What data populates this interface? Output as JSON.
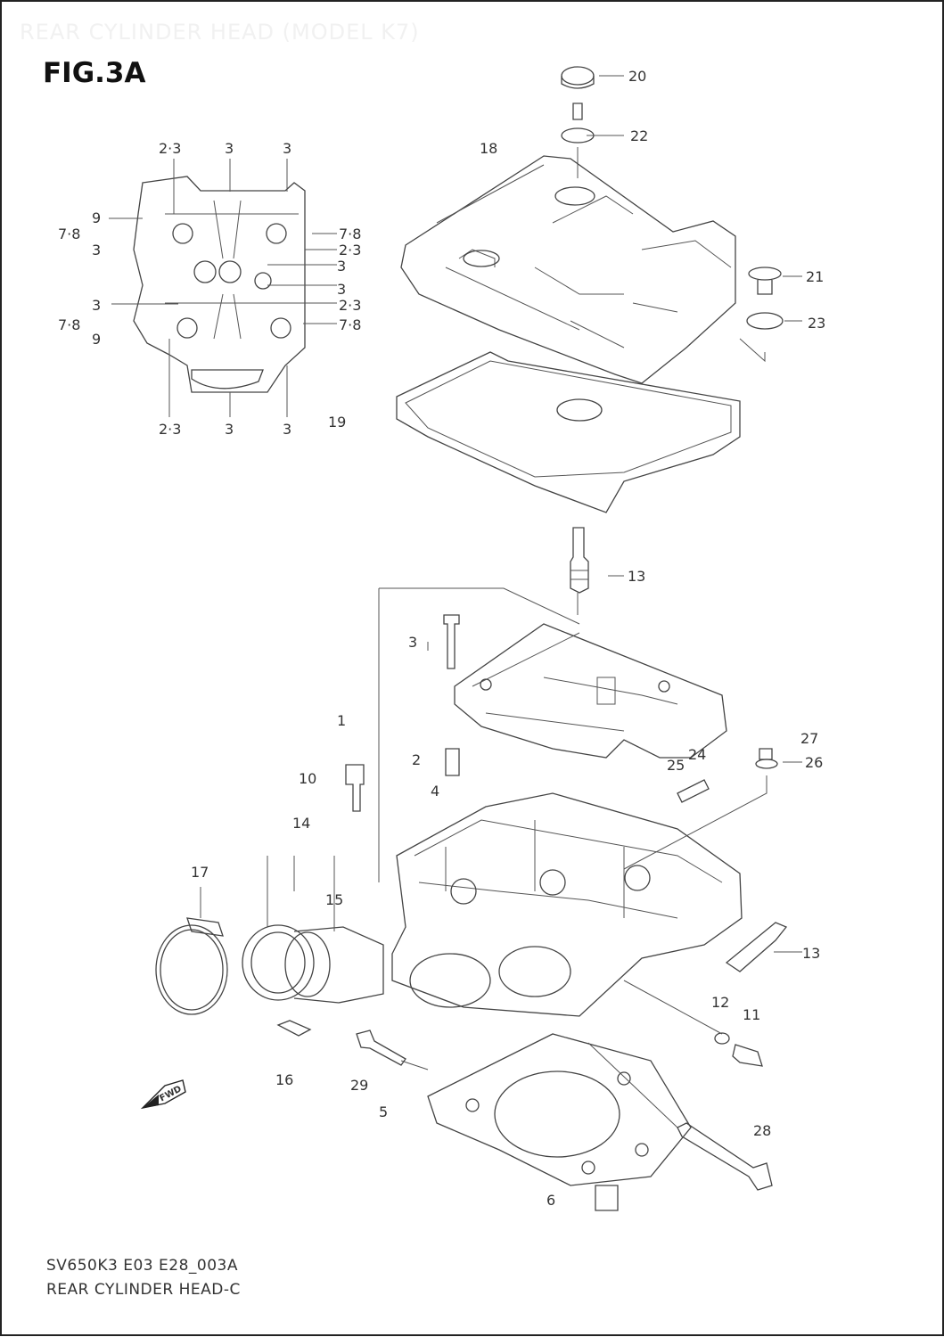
{
  "header": {
    "ghost_title": "REAR CYLINDER HEAD (MODEL K7)",
    "figure": "FIG.3A"
  },
  "footer": {
    "code": "SV650K3 E03 E28_003A",
    "title": "REAR CYLINDER HEAD-C"
  },
  "inset_labels": [
    "2·3",
    "3",
    "3",
    "9",
    "7·8",
    "3",
    "7·8",
    "2·3",
    "3",
    "3",
    "2·3",
    "3",
    "7·8",
    "9",
    "7·8",
    "2·3",
    "3",
    "3",
    "3",
    "19"
  ],
  "part_callouts": [
    "20",
    "22",
    "18",
    "21",
    "23",
    "13",
    "3",
    "1",
    "2",
    "4",
    "24",
    "25",
    "27",
    "26",
    "10",
    "14",
    "17",
    "15",
    "13",
    "12",
    "11",
    "16",
    "29",
    "5",
    "28",
    "6"
  ],
  "fwd_label": "FWD",
  "colors": {
    "line": "#444444",
    "text": "#333333",
    "background": "#ffffff"
  }
}
